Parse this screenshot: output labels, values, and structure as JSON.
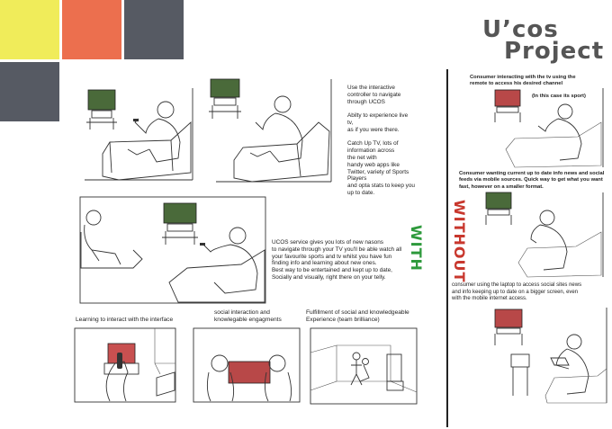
{
  "colors": {
    "yellow": "#f0ec5a",
    "orange": "#ec6f4e",
    "gray": "#565a63",
    "with_green": "#2e9a3c",
    "without_red": "#c8372d"
  },
  "title": {
    "line1": "U’cos",
    "line2": "Project"
  },
  "labels": {
    "with": "WITH",
    "without": "WITHOUT"
  },
  "with_panel": {
    "features": [
      "Use the interactive",
      "controller to navigate",
      "through  UCOS",
      "",
      "Abilty to experience live",
      "tv,",
      "as if you were there.",
      "",
      "Catch Up TV, lots of",
      "information across",
      "the net with",
      "handy web apps like",
      "Twitter,  variety of Sports",
      "Players",
      "and opta stats to keep you",
      "up to date."
    ],
    "reasons": [
      "UCOS service gives you lots of new nasons",
      "to navigate through your TV you'll be able watch all",
      "your favourite sports and tv whilst you have fun",
      "finding info and learning about new ones.",
      "Best way to be entertained and kept up  to date,",
      "Socially and visually, right there on your telly."
    ],
    "captions": {
      "learning": "Learning to interact with the interface",
      "social": [
        "social interaction and",
        "knowlegable engagments"
      ],
      "fulfillment": [
        "Fulfillment  of social and knowledgeable",
        "Experience (team brilliance)"
      ]
    }
  },
  "without_panel": {
    "note1": [
      "Consumer interacting with the tv using the",
      "remote to access  his desired channel"
    ],
    "note1_sub": "(In this case its sport)",
    "note2": [
      "Consumer wanting current up to date info news and social",
      "feeds via mobile sources. Quick way to get what you want",
      "fast, however on a smaller format."
    ],
    "note3": [
      "consumer using the laptop to access social sites news",
      "and info keeping up to date on a bigger screen, even",
      "with the mobile internet access."
    ]
  }
}
